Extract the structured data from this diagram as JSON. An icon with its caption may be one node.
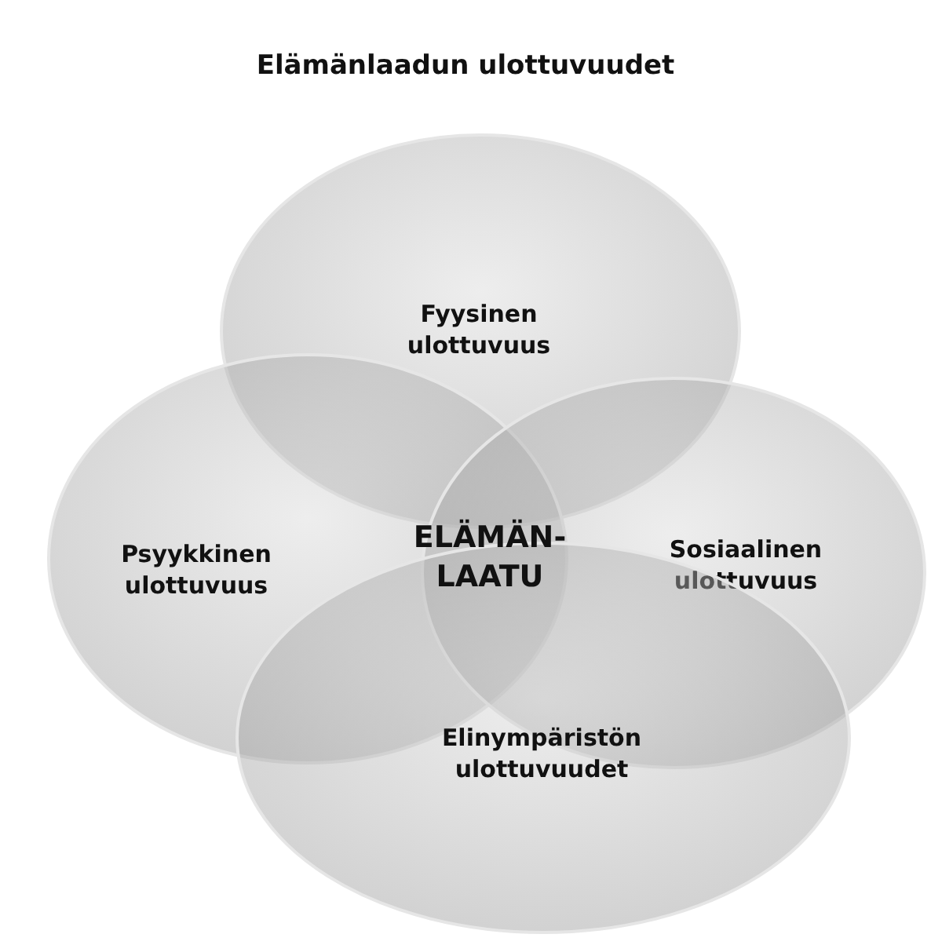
{
  "diagram": {
    "title": "Elämänlaadun ulottuvuudet",
    "nodes": [
      {
        "text": [
          "Fyysinen ulottuvuus"
        ]
      },
      {
        "text": [
          "Psyykkinen ulottuvuus"
        ]
      },
      {
        "text": [
          "Sosiaalinen ulottuvuus"
        ]
      },
      {
        "text": [
          "Elinympäristön ulottuvuudet"
        ]
      }
    ],
    "edges": [],
    "labels": [
      "ELÄMÄN- LAATU"
    ]
  }
}
